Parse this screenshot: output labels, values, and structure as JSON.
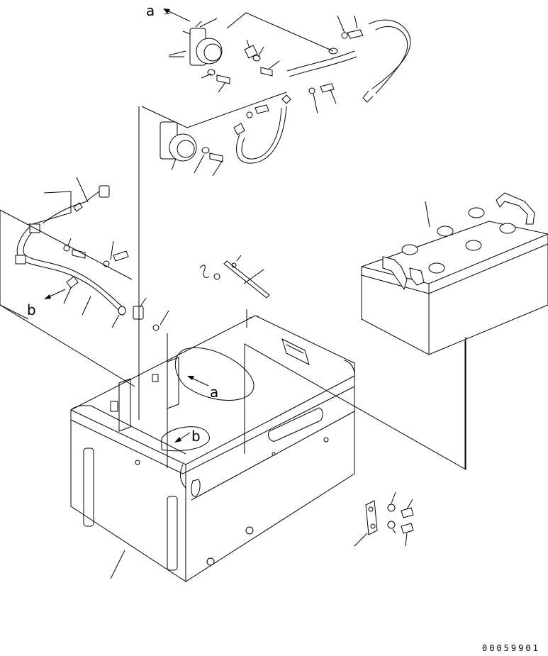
{
  "labels": {
    "view_a_top": "a",
    "view_a_panel": "a",
    "view_b_left": "b",
    "view_b_panel": "b"
  },
  "drawing_number": "00059901"
}
